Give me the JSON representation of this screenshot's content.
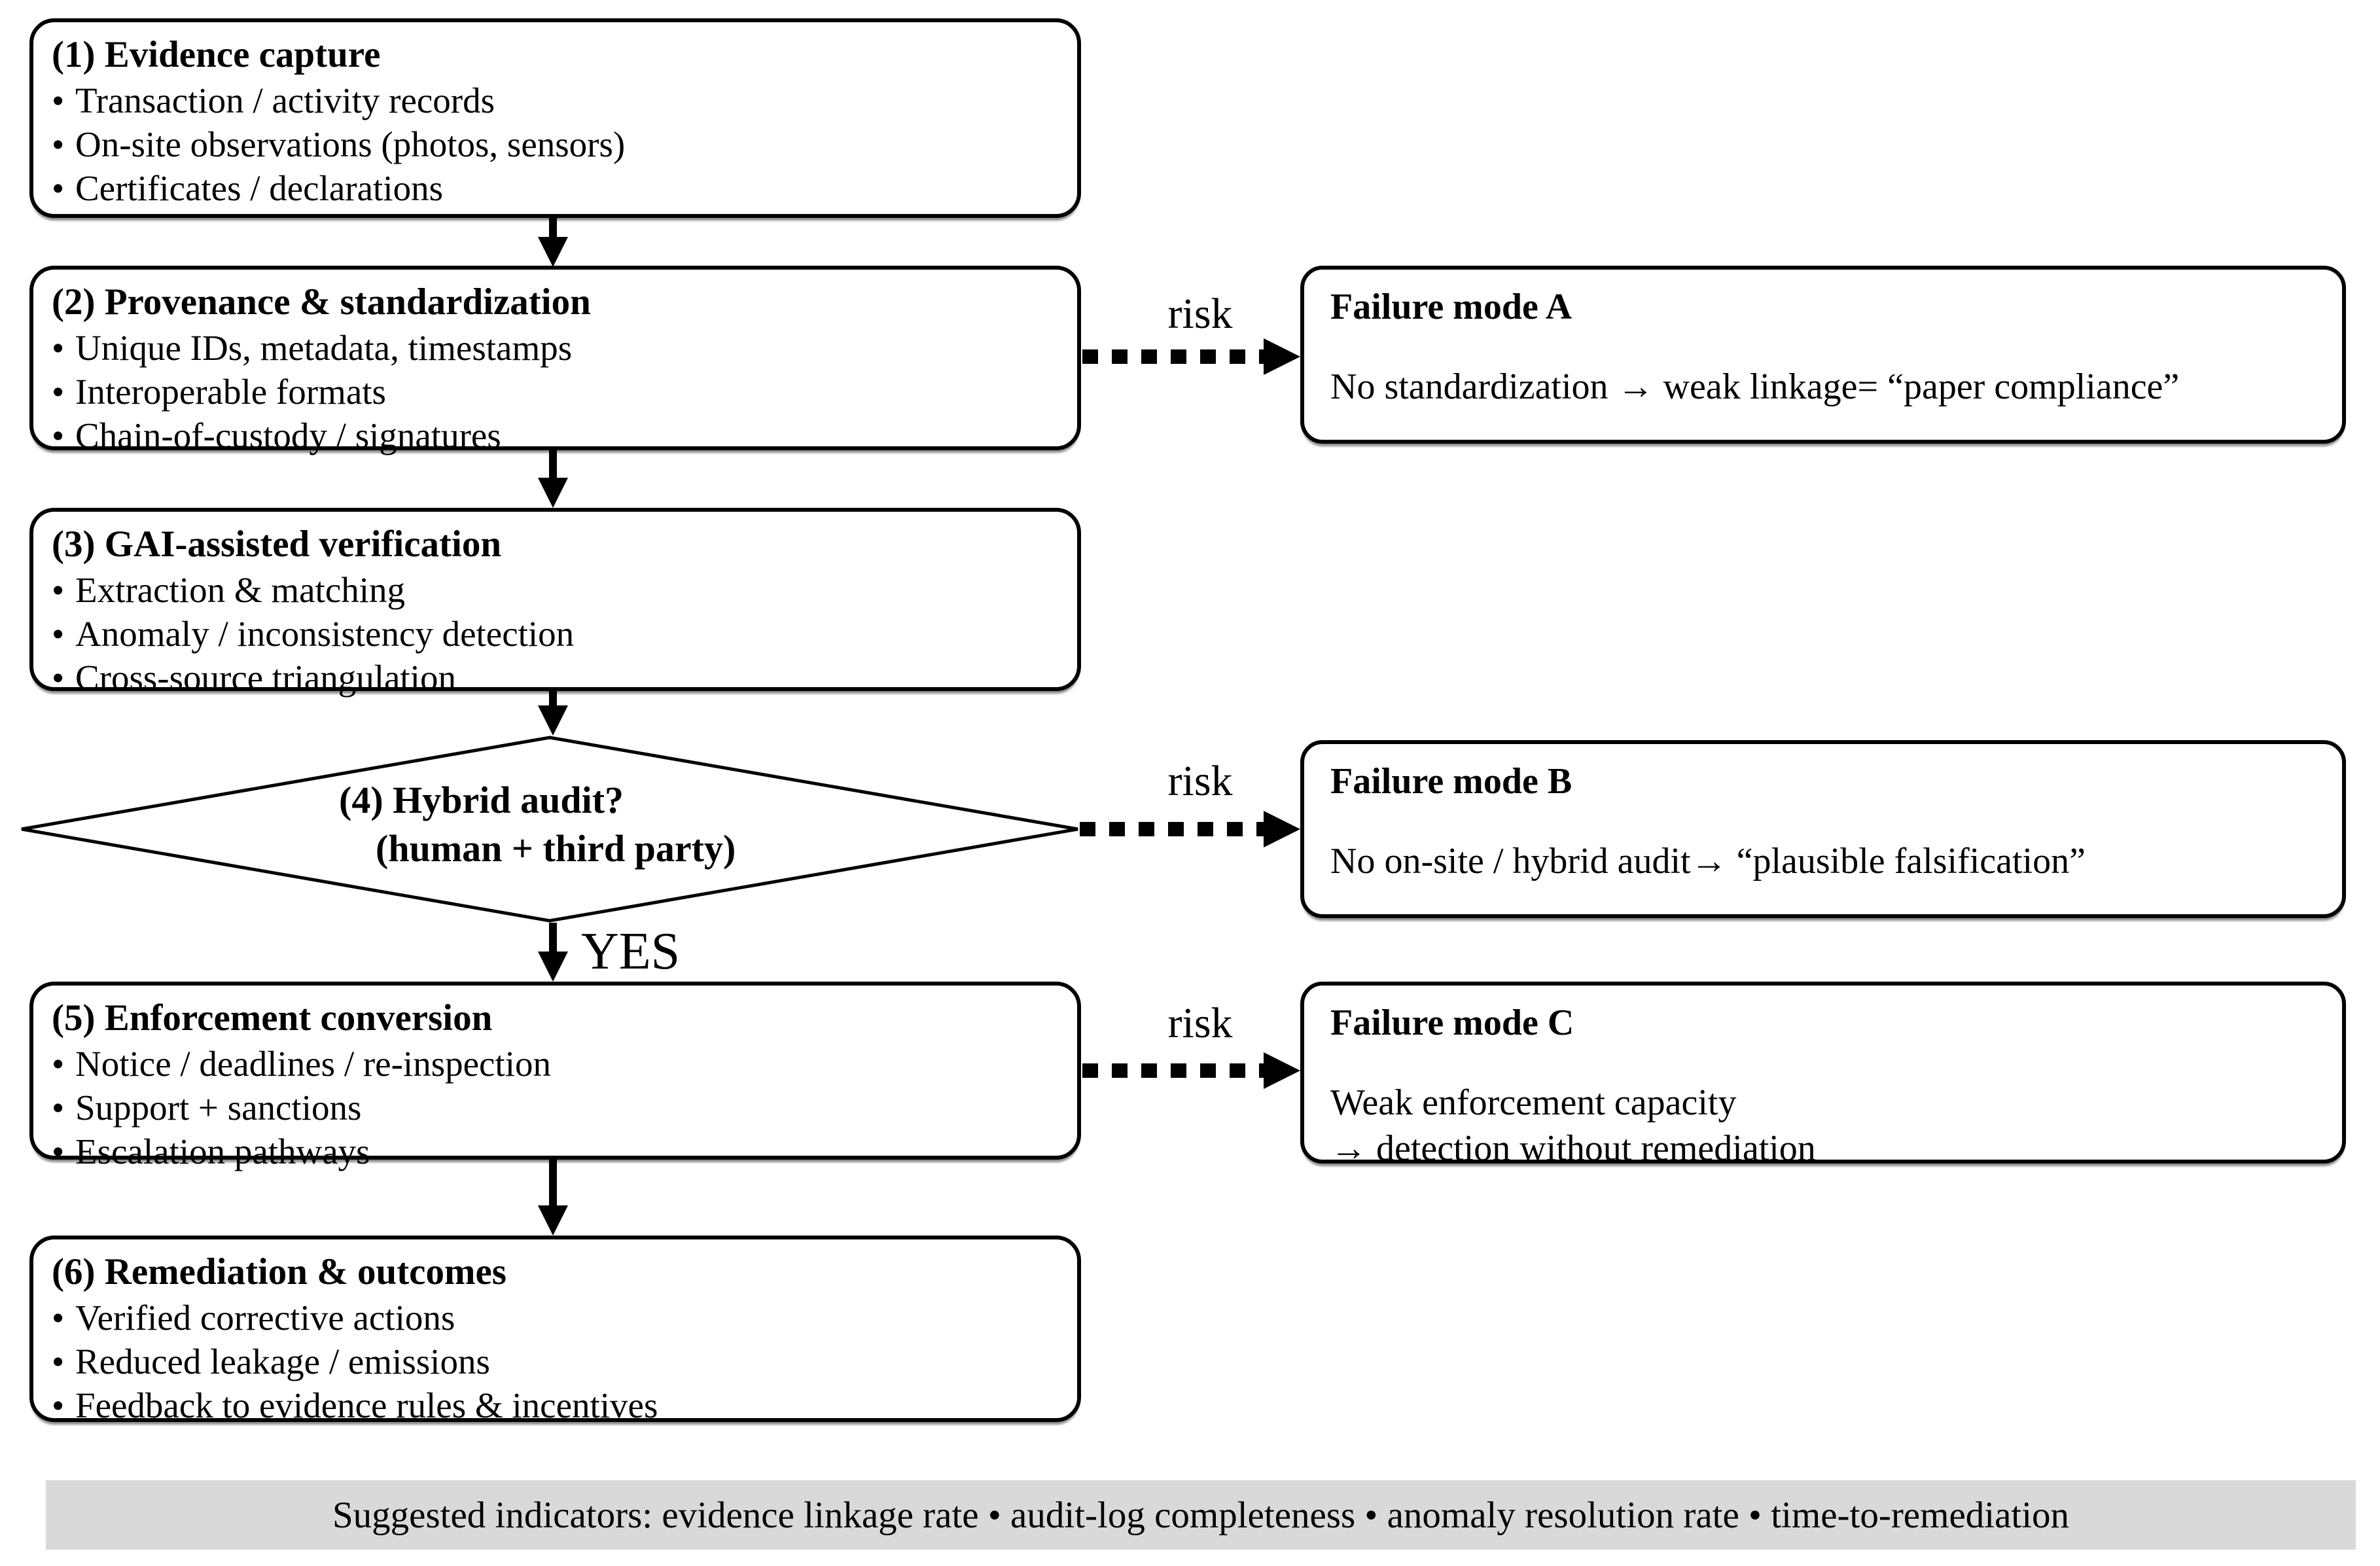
{
  "glyphs": {
    "bullet": "•"
  },
  "labels": {
    "risk": "risk",
    "yes": "YES"
  },
  "steps": [
    {
      "title": "(1) Evidence capture",
      "items": [
        "Transaction / activity records",
        "On-site observations (photos, sensors)",
        "Certificates / declarations"
      ]
    },
    {
      "title": "(2) Provenance & standardization",
      "items": [
        "Unique IDs, metadata, timestamps",
        "Interoperable formats",
        "Chain-of-custody / signatures"
      ]
    },
    {
      "title": "(3) GAI-assisted verification",
      "items": [
        "Extraction & matching",
        "Anomaly / inconsistency detection",
        "Cross-source triangulation"
      ]
    },
    {
      "title": "(4) Hybrid audit?",
      "subtitle": "(human + third party)"
    },
    {
      "title": "(5) Enforcement conversion",
      "items": [
        "Notice / deadlines / re-inspection",
        "Support + sanctions",
        "Escalation pathways"
      ]
    },
    {
      "title": "(6) Remediation & outcomes",
      "items": [
        "Verified corrective actions",
        "Reduced leakage / emissions",
        "Feedback to evidence rules & incentives"
      ]
    }
  ],
  "failure_modes": [
    {
      "title": "Failure mode A",
      "lines": [
        "No standardization → weak linkage= “paper compliance”"
      ]
    },
    {
      "title": "Failure mode B",
      "lines": [
        "No on-site / hybrid audit→ “plausible falsification”"
      ]
    },
    {
      "title": "Failure mode C",
      "lines": [
        "Weak enforcement capacity",
        "→ detection without remediation"
      ]
    }
  ],
  "footer": {
    "text": "Suggested indicators: evidence linkage rate • audit-log completeness • anomaly resolution rate • time-to-remediation"
  },
  "colors": {
    "stroke": "#000000",
    "footer_bg": "#d9d9d9"
  }
}
